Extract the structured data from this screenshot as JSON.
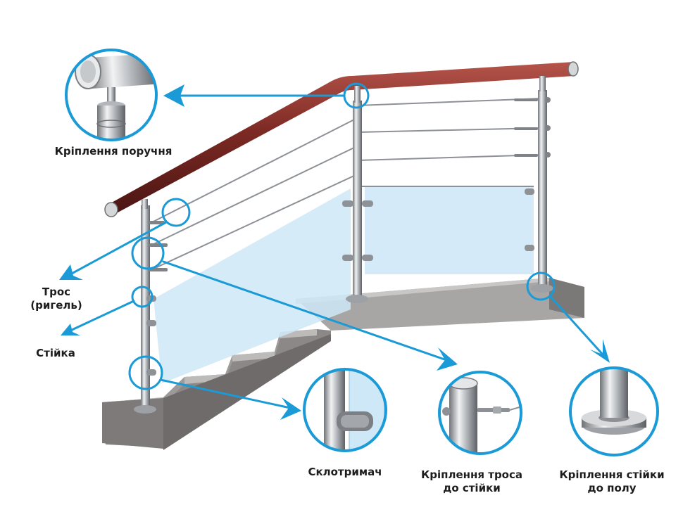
{
  "labels": {
    "handrail_mount": "Кріплення поручня",
    "cable": "Трос",
    "cable_alt": "(ригель)",
    "post": "Стійка",
    "glass_holder": "Склотримач",
    "cable_to_post_line1": "Кріплення троса",
    "cable_to_post_line2": "до стійки",
    "post_to_floor_line1": "Кріплення стійки",
    "post_to_floor_line2": "до полу"
  },
  "colors": {
    "accent": "#1a9ad6",
    "handrail": "#7a2a24",
    "glass": "#cfe8f7",
    "steel": "#b8bcc0",
    "concrete": "#8f8c8b"
  }
}
